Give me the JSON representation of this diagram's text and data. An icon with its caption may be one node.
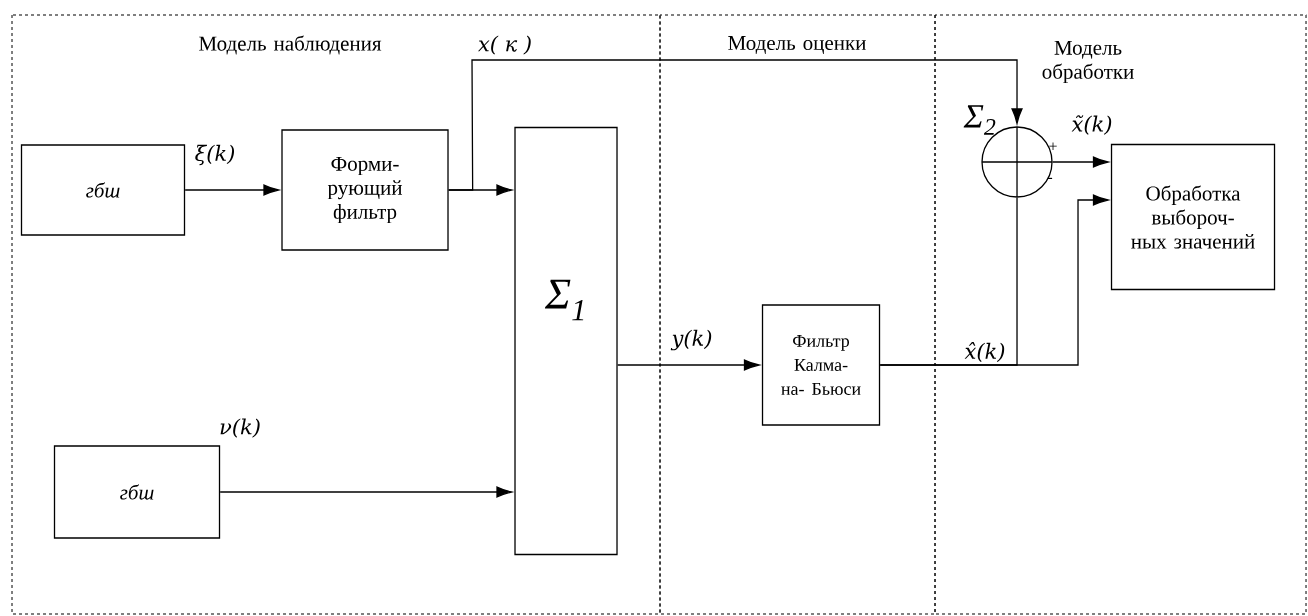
{
  "diagram": {
    "nodes": [
      {
        "text": [
          "Модель наблюдения"
        ]
      },
      {
        "text": [
          "Модель оценки"
        ]
      },
      {
        "text": [
          "Модель обработки"
        ]
      },
      {
        "text": [
          "гбш"
        ],
        "in": 0
      },
      {
        "text": [
          "Форми- рующий фильтр"
        ],
        "in": 0
      },
      {
        "text": [
          "Σ$_{1}$"
        ],
        "in": 0
      },
      {
        "text": [
          "гбш"
        ],
        "in": 0
      },
      {
        "text": [
          "Фильтр Калма- на- Бьюси"
        ],
        "in": 1
      },
      {
        "text": [
          "Σ$_{2}$"
        ],
        "in": 2
      },
      {
        "text": [
          "Обработка выбороч- ных значений"
        ],
        "in": 2
      }
    ],
    "edges": [
      {
        "from": 3,
        "to": 4,
        "arrow": "to",
        "label": "ξ(k)"
      },
      {
        "from": 4,
        "to": 5,
        "arrow": "to"
      },
      {
        "from": 4,
        "to": 8,
        "arrow": "to",
        "label": "x( к )"
      },
      {
        "from": 6,
        "to": 5,
        "arrow": "to",
        "label": "ν(k)"
      },
      {
        "from": 5,
        "to": 7,
        "arrow": "to",
        "label": "y(k)"
      },
      {
        "from": 7,
        "to": 9,
        "arrow": "to",
        "label": "x̂(k)"
      },
      {
        "from": 7,
        "to": 8,
        "arrow": "none"
      },
      {
        "from": 8,
        "to": 9,
        "arrow": "to",
        "label": "x̃(k)"
      }
    ],
    "labels": [
      "+",
      "-"
    ]
  }
}
